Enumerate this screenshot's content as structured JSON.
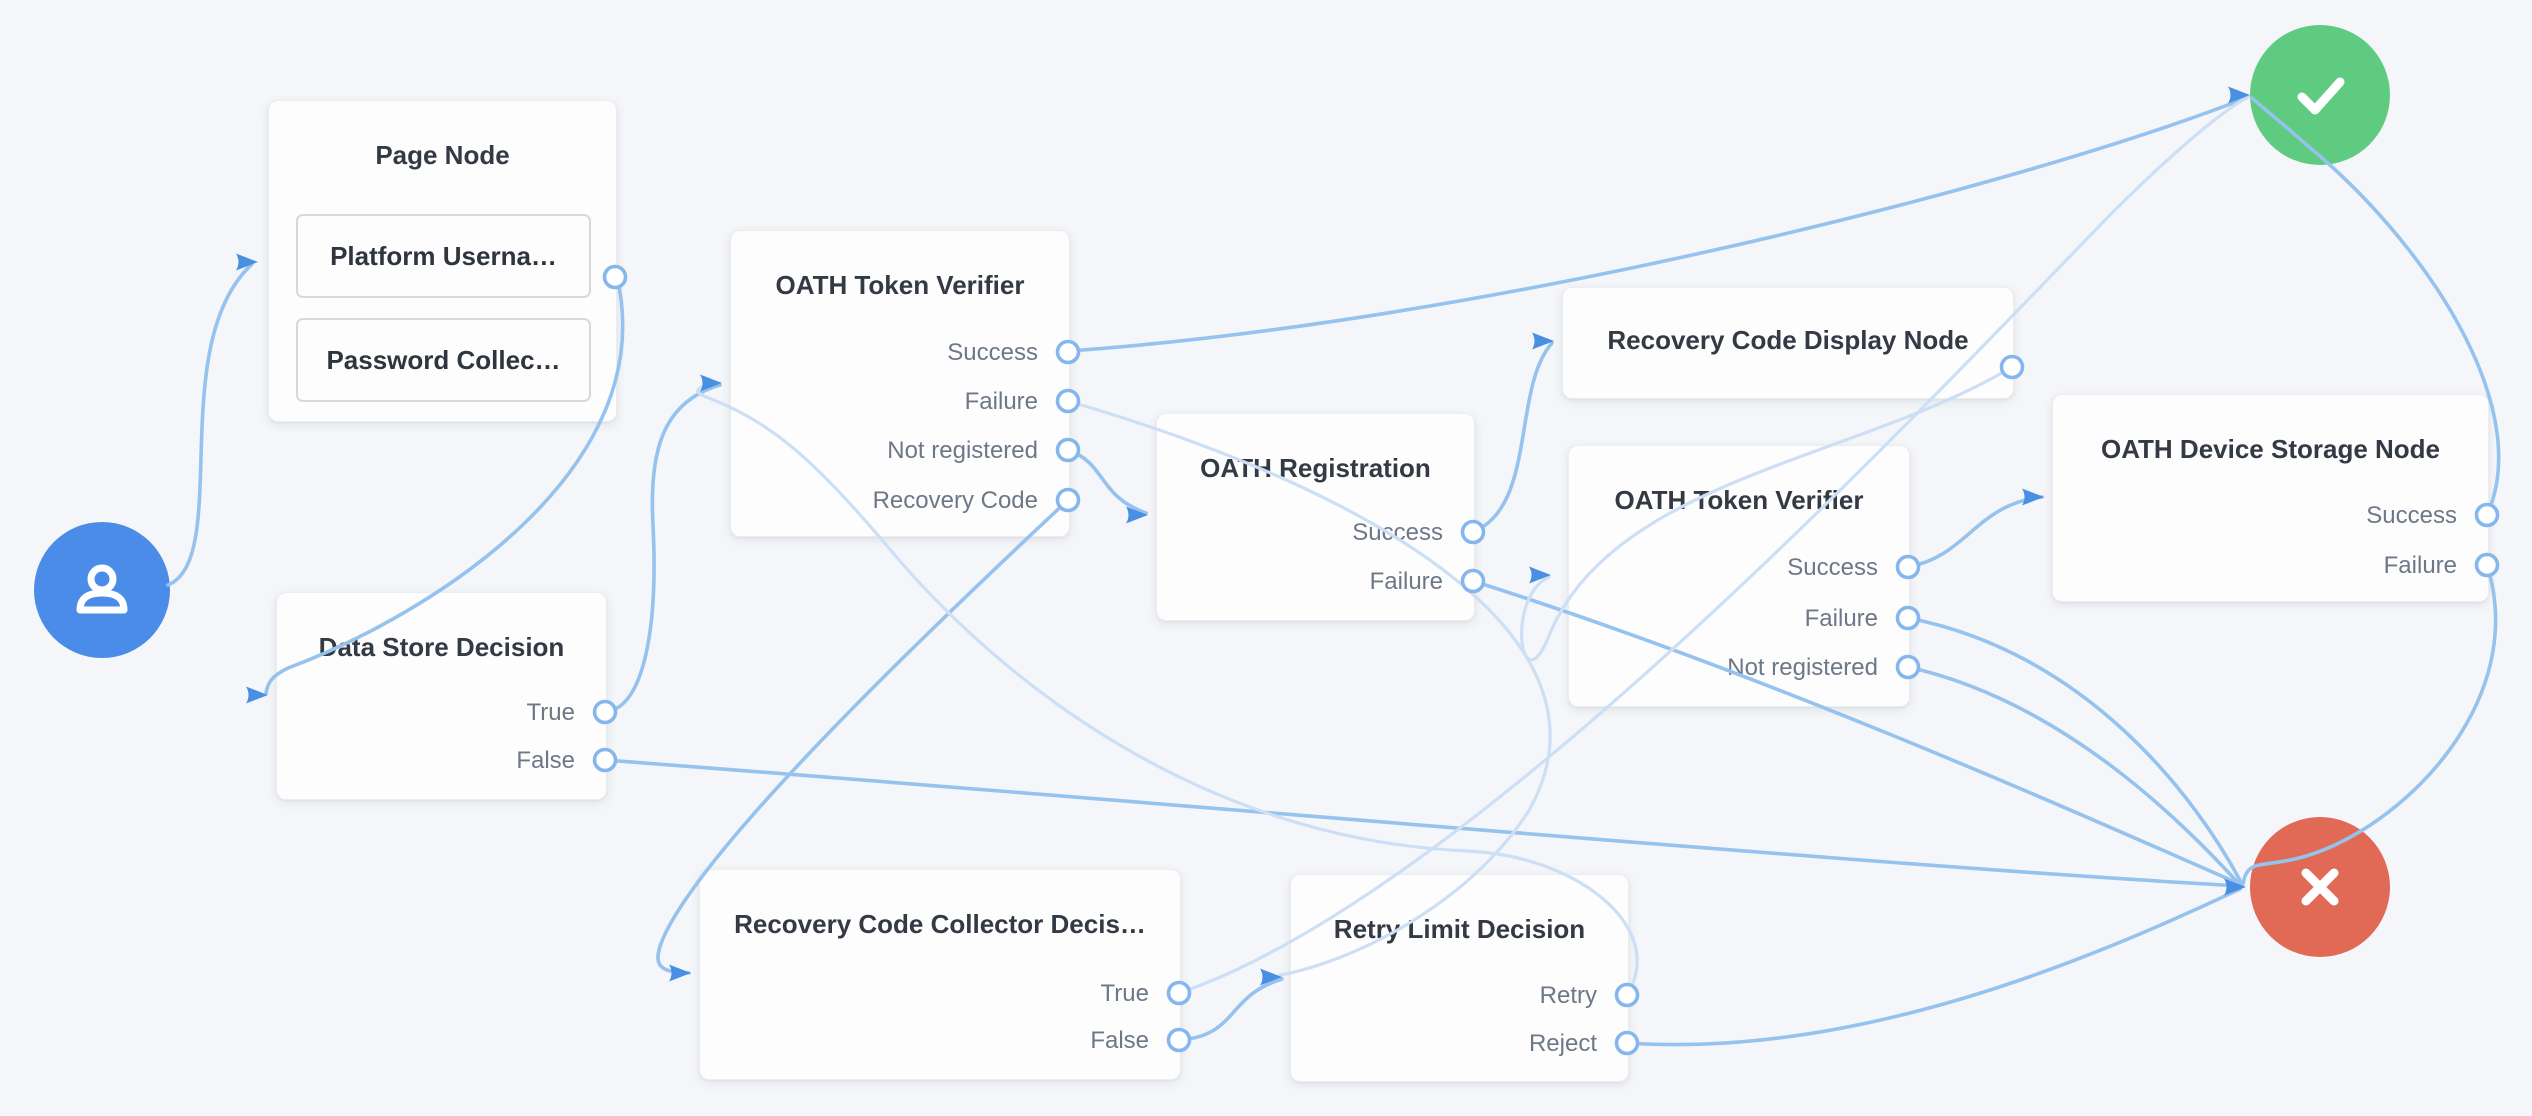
{
  "app": "journey-editor-canvas",
  "palette": {
    "background": "#f4f6f9",
    "edge": "#96c2ee",
    "edge_light": "#cddff5",
    "arrow": "#4a90e2",
    "port_stroke": "#86b7ec",
    "node_background": "#fdfdfe",
    "title_text": "#343a43",
    "output_text": "#6d7887",
    "start_circle": "#4a8ce8",
    "success_circle": "#5fcb80",
    "failure_circle": "#e16a57"
  },
  "start_node": {
    "id": "start",
    "icon": "user-icon"
  },
  "terminal_nodes": {
    "success": {
      "id": "success",
      "icon": "check-icon"
    },
    "failure": {
      "id": "failure",
      "icon": "x-icon"
    }
  },
  "nodes": [
    {
      "id": "page",
      "title": "Page Node",
      "fields": [
        "Platform Userna…",
        "Password Collec…"
      ],
      "outputs": []
    },
    {
      "id": "datastore",
      "title": "Data Store Decision",
      "fields": [],
      "outputs": [
        "True",
        "False"
      ]
    },
    {
      "id": "oath1",
      "title": "OATH Token Verifier",
      "fields": [],
      "outputs": [
        "Success",
        "Failure",
        "Not registered",
        "Recovery Code"
      ]
    },
    {
      "id": "registration",
      "title": "OATH Registration",
      "fields": [],
      "outputs": [
        "Success",
        "Failure"
      ]
    },
    {
      "id": "display",
      "title": "Recovery Code Display Node",
      "fields": [],
      "outputs": []
    },
    {
      "id": "oath2",
      "title": "OATH Token Verifier",
      "fields": [],
      "outputs": [
        "Success",
        "Failure",
        "Not registered"
      ]
    },
    {
      "id": "device",
      "title": "OATH Device Storage Node",
      "fields": [],
      "outputs": [
        "Success",
        "Failure"
      ]
    },
    {
      "id": "collector",
      "title": "Recovery Code Collector Decis…",
      "fields": [],
      "outputs": [
        "True",
        "False"
      ]
    },
    {
      "id": "retry",
      "title": "Retry Limit Decision",
      "fields": [],
      "outputs": [
        "Retry",
        "Reject"
      ]
    }
  ],
  "edges": [
    {
      "from": "start",
      "output": "",
      "to": "page"
    },
    {
      "from": "page",
      "output": "",
      "to": "datastore"
    },
    {
      "from": "datastore",
      "output": "True",
      "to": "oath1"
    },
    {
      "from": "datastore",
      "output": "False",
      "to": "failure"
    },
    {
      "from": "oath1",
      "output": "Success",
      "to": "success"
    },
    {
      "from": "oath1",
      "output": "Failure",
      "to": "retry"
    },
    {
      "from": "oath1",
      "output": "Not registered",
      "to": "registration"
    },
    {
      "from": "oath1",
      "output": "Recovery Code",
      "to": "collector"
    },
    {
      "from": "registration",
      "output": "Success",
      "to": "display"
    },
    {
      "from": "registration",
      "output": "Failure",
      "to": "failure"
    },
    {
      "from": "display",
      "output": "",
      "to": "oath2"
    },
    {
      "from": "oath2",
      "output": "Success",
      "to": "device"
    },
    {
      "from": "oath2",
      "output": "Failure",
      "to": "failure"
    },
    {
      "from": "oath2",
      "output": "Not registered",
      "to": "failure"
    },
    {
      "from": "device",
      "output": "Success",
      "to": "success"
    },
    {
      "from": "device",
      "output": "Failure",
      "to": "failure"
    },
    {
      "from": "collector",
      "output": "True",
      "to": "success"
    },
    {
      "from": "collector",
      "output": "False",
      "to": "retry"
    },
    {
      "from": "retry",
      "output": "Retry",
      "to": "oath1"
    },
    {
      "from": "retry",
      "output": "Reject",
      "to": "failure"
    }
  ]
}
